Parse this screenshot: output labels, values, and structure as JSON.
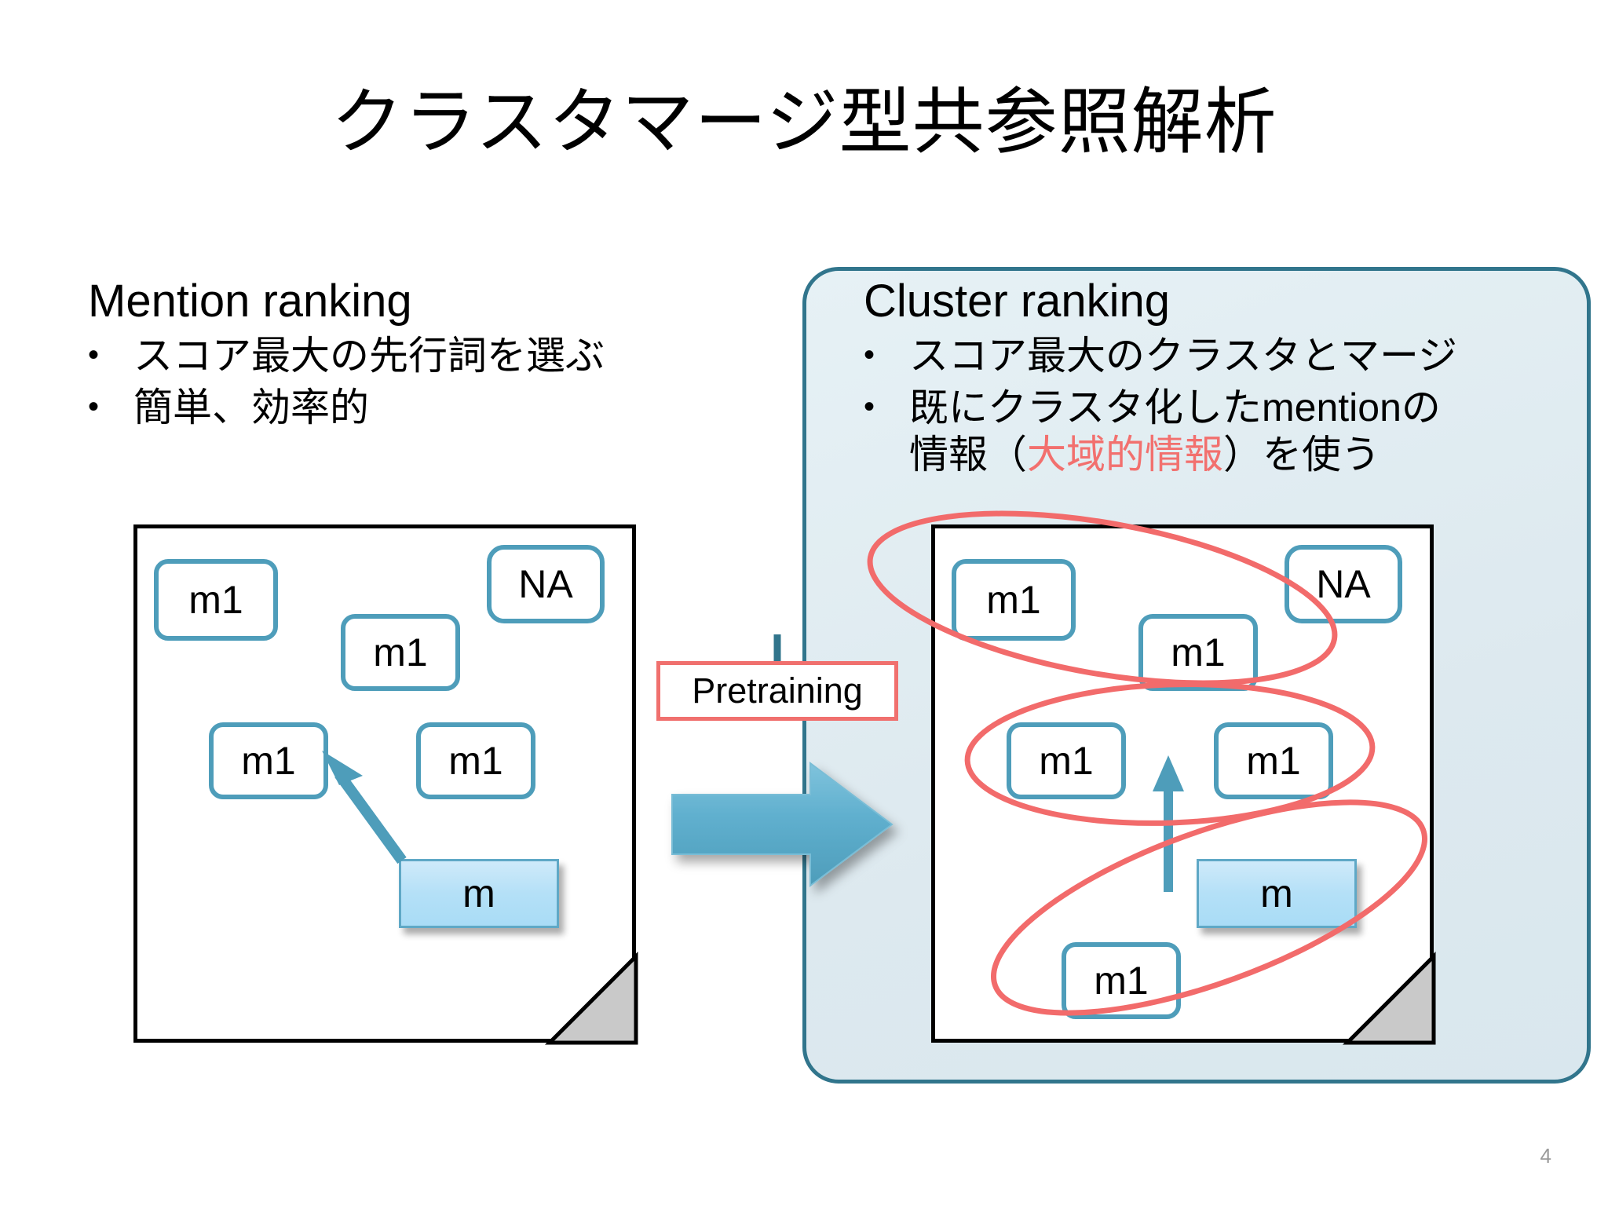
{
  "slide": {
    "title": "クラスタマージ型共参照解析",
    "page_number": "4"
  },
  "colors": {
    "panel_border": "#31758C",
    "panel_fill": "#E2EDF2",
    "box_border": "#4E9DBA",
    "highlight_red": "#F2706E",
    "arrow_blue": "#4E9DBA",
    "filled_box": "#B4E0F7"
  },
  "left_panel": {
    "heading": "Mention ranking",
    "bullets": [
      {
        "marker": "•",
        "text": "スコア最大の先行詞を選ぶ"
      },
      {
        "marker": "•",
        "text": "簡単、効率的"
      }
    ],
    "diagram": {
      "boxes": [
        {
          "label": "m1"
        },
        {
          "label": "NA"
        },
        {
          "label": "m1"
        },
        {
          "label": "m1"
        },
        {
          "label": "m1"
        },
        {
          "label": "m"
        }
      ]
    }
  },
  "right_panel": {
    "heading": "Cluster ranking",
    "bullets": [
      {
        "marker": "•",
        "text": "スコア最大のクラスタとマージ"
      },
      {
        "marker": "•",
        "line1": "既にクラスタ化したmentionの",
        "line2_pre": "情報（",
        "line2_em": "大域的情報",
        "line2_post": "）を使う"
      }
    ],
    "diagram": {
      "boxes": [
        {
          "label": "m1"
        },
        {
          "label": "NA"
        },
        {
          "label": "m1"
        },
        {
          "label": "m1"
        },
        {
          "label": "m1"
        },
        {
          "label": "m"
        },
        {
          "label": "m1"
        }
      ],
      "clusters": 3
    }
  },
  "transition": {
    "label": "Pretraining",
    "arrow": "right-arrow"
  }
}
